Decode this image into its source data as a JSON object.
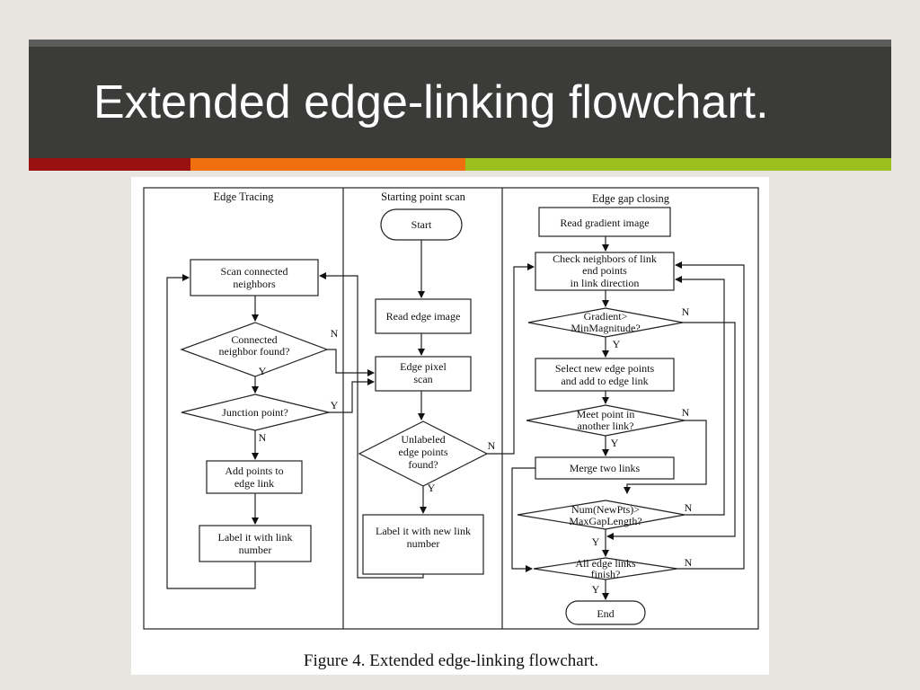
{
  "slide": {
    "title": "Extended edge-linking flowchart.",
    "accent_colors": [
      "#9b1010",
      "#f07010",
      "#9cc020"
    ]
  },
  "figure": {
    "caption": "Figure 4. Extended edge-linking flowchart.",
    "lanes": {
      "tracing": "Edge Tracing",
      "scan": "Starting point scan",
      "gap": "Edge gap closing"
    },
    "tracing": {
      "scan_connected": [
        "Scan connected",
        "neighbors"
      ],
      "connected_found": [
        "Connected",
        "neighbor found?"
      ],
      "junction": "Junction point?",
      "add_points": [
        "Add points to",
        "edge link"
      ],
      "label_link": [
        "Label it with link",
        "number"
      ]
    },
    "scan": {
      "start": "Start",
      "read_edge": "Read edge image",
      "edge_pixel": [
        "Edge pixel",
        "scan"
      ],
      "unlabeled": [
        "Unlabeled",
        "edge points",
        "found?"
      ],
      "label_new": [
        "Label it with new link",
        "number"
      ]
    },
    "gap": {
      "read_gradient": "Read gradient image",
      "check_neighbors": [
        "Check neighbors of link",
        "end points",
        "in link direction"
      ],
      "gradient": [
        "Gradient>",
        "MinMagnitude?"
      ],
      "select_new": [
        "Select new edge points",
        "and add to edge link"
      ],
      "meet_point": [
        "Meet point in",
        "another link?"
      ],
      "merge": "Merge two links",
      "num_newpts": [
        "Num(NewPts)>",
        "MaxGapLength?"
      ],
      "all_finish": [
        "All edge links",
        "finish?"
      ],
      "end": "End"
    },
    "branch": {
      "yes": "Y",
      "no": "N"
    }
  }
}
